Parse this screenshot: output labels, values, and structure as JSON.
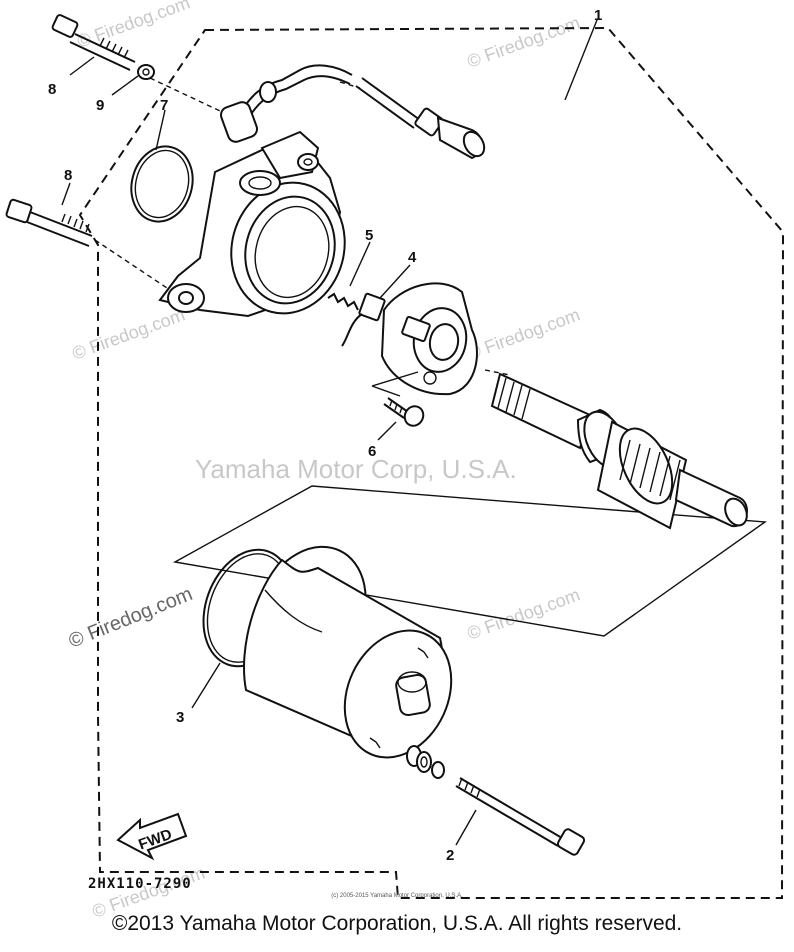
{
  "callouts": {
    "p1": "1",
    "p2": "2",
    "p3": "3",
    "p4": "4",
    "p5": "5",
    "p6": "6",
    "p7": "7",
    "p8a": "8",
    "p8b": "8",
    "p9": "9"
  },
  "fwd_label": "FWD",
  "diagram_code": "2HX110-7290",
  "tiny_note": "(c) 2005-2015 Yamaha Motor Corporation, U.S.A.",
  "watermarks": {
    "center": "Yamaha Motor Corp, U.S.A.",
    "site": "© Firedog.com",
    "site_plain": "© Firedog.com"
  },
  "copyright": "©2013 Yamaha Motor Corporation, U.S.A. All rights reserved."
}
